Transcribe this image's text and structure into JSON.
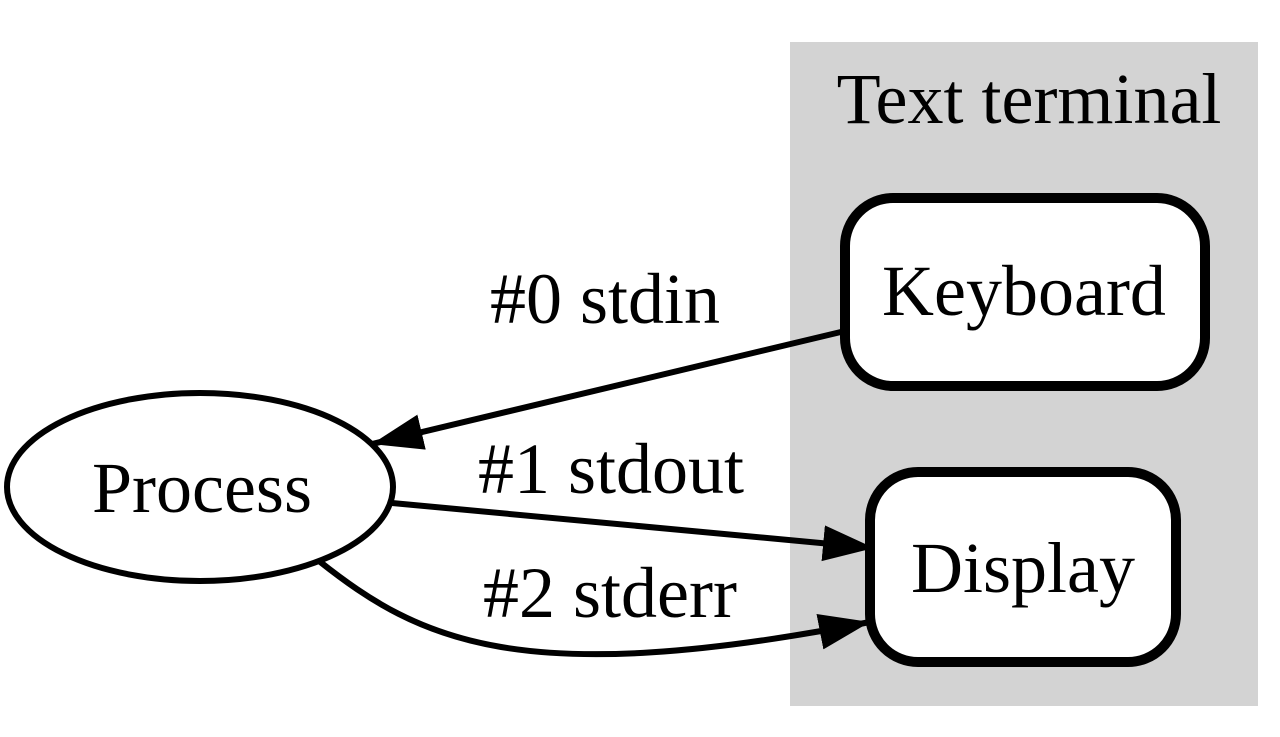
{
  "diagram": {
    "title": "Text terminal",
    "colors": {
      "terminal_background": "#d3d3d3",
      "node_fill": "#ffffff",
      "line": "#000000"
    },
    "nodes": {
      "process": {
        "label": "Process",
        "shape": "ellipse"
      },
      "keyboard": {
        "label": "Keyboard",
        "shape": "rounded-rect"
      },
      "display": {
        "label": "Display",
        "shape": "rounded-rect"
      }
    },
    "edges": [
      {
        "label": "#0 stdin",
        "from": "keyboard",
        "to": "process"
      },
      {
        "label": "#1 stdout",
        "from": "process",
        "to": "display"
      },
      {
        "label": "#2 stderr",
        "from": "process",
        "to": "display"
      }
    ]
  }
}
